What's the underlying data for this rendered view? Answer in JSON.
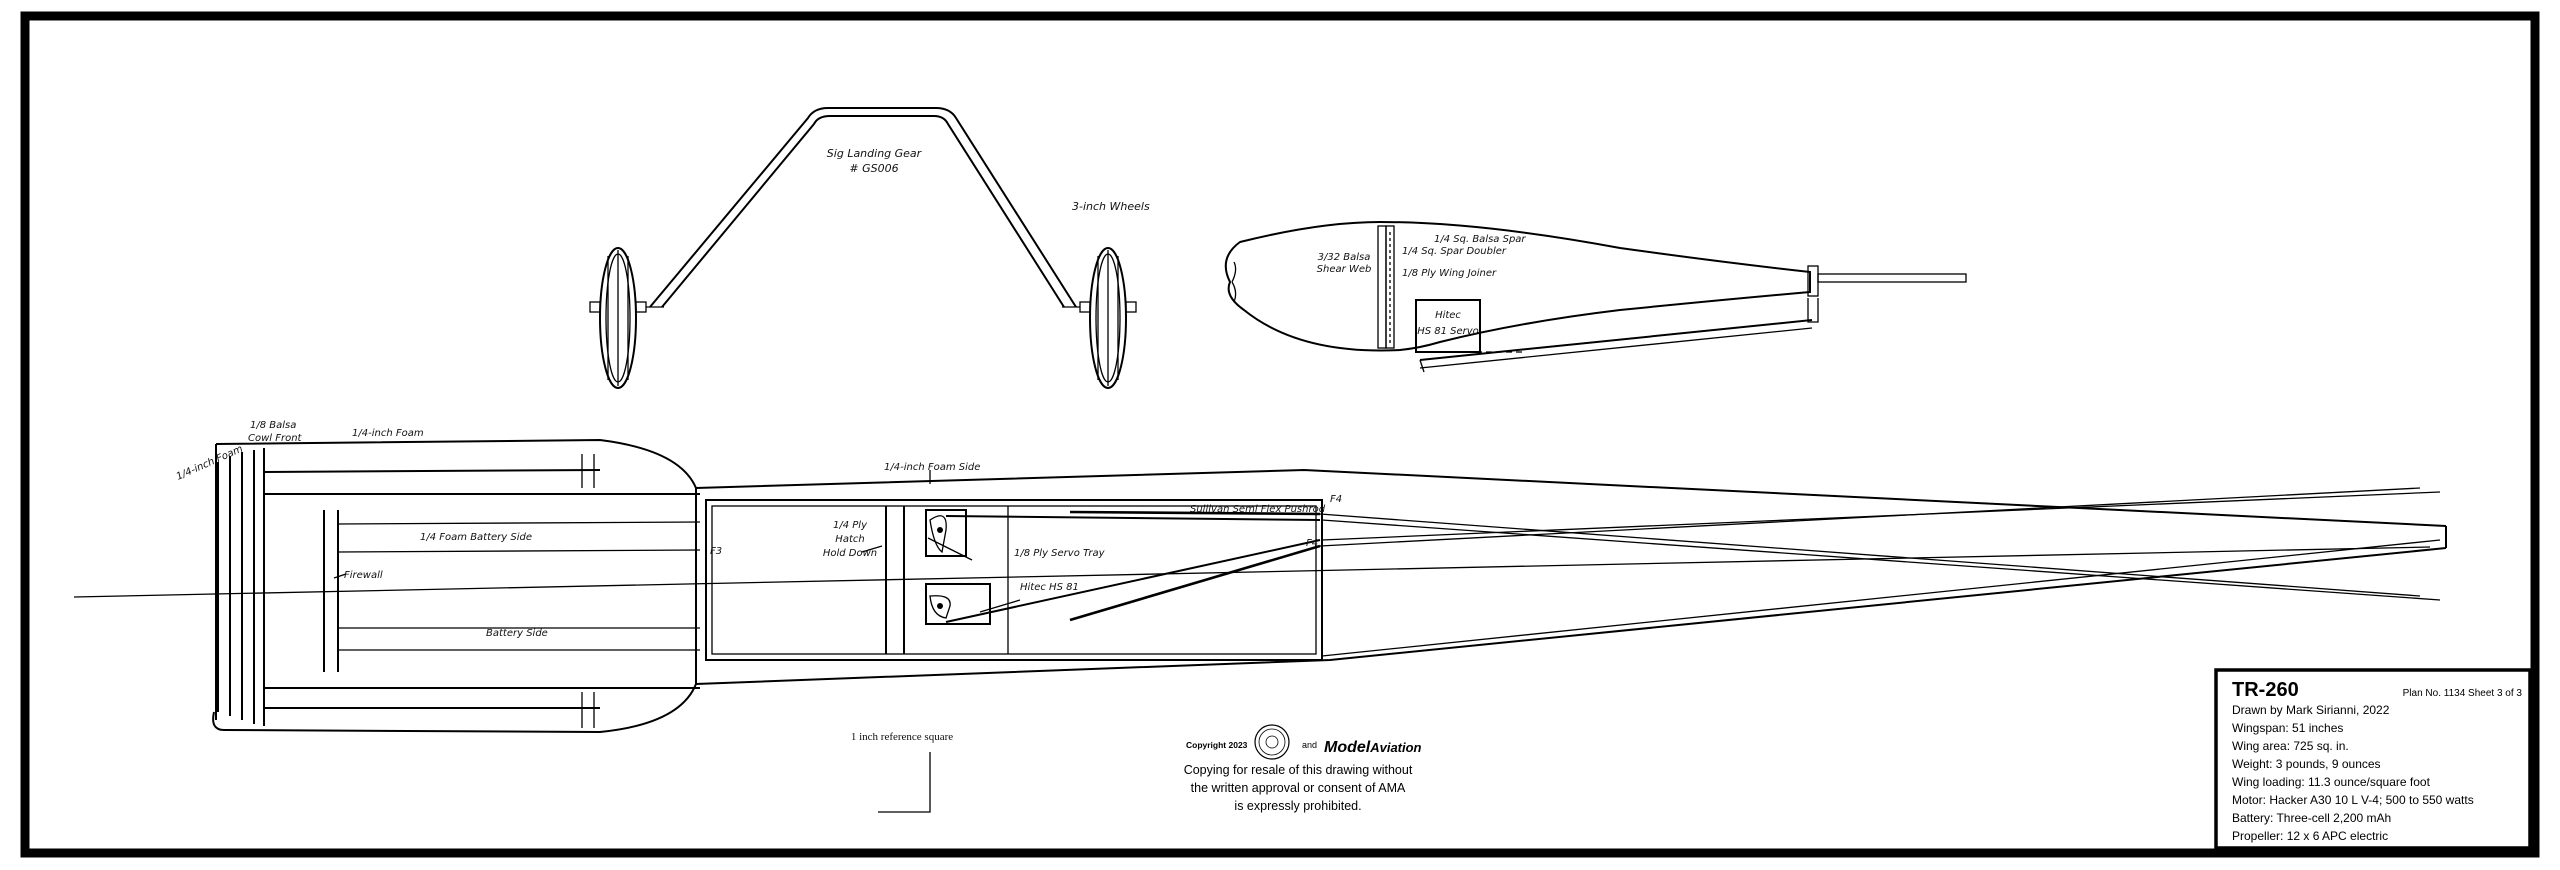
{
  "landing_gear": {
    "gear_label_1": "Sig Landing Gear",
    "gear_label_2": "# GS006",
    "wheels_label": "3-inch Wheels"
  },
  "wing_section": {
    "spar": "1/4 Sq. Balsa Spar",
    "spar_doubler": "1/4 Sq. Spar Doubler",
    "wing_joiner": "1/8 Ply Wing Joiner",
    "shear_web_1": "3/32 Balsa",
    "shear_web_2": "Shear Web",
    "servo_1": "Hitec",
    "servo_2": "HS 81 Servo"
  },
  "fuselage": {
    "foam_cowl": "1/4-inch Foam",
    "cowl_front_1": "1/8 Balsa",
    "cowl_front_2": "Cowl Front",
    "top_foam": "1/4-inch Foam",
    "foam_side": "1/4-inch Foam Side",
    "battery_side_foam": "1/4 Foam Battery Side",
    "firewall": "Firewall",
    "battery_side": "Battery Side",
    "f3": "F3",
    "hatch_1": "1/4 Ply",
    "hatch_2": "Hatch",
    "hatch_3": "Hold Down",
    "servo_tray": "1/8 Ply Servo Tray",
    "servo": "Hitec HS 81",
    "pushrod": "Sullivan Semi Flex Pushrod",
    "f4_top": "F4",
    "f4_bottom": "F4"
  },
  "reference_square": "1 inch reference square",
  "copyright": {
    "label": "Copyright 2023",
    "and": "and",
    "brand_model": "Model",
    "brand_aviation": "Aviation",
    "notice_1": "Copying for resale of this drawing without",
    "notice_2": "the written approval or consent of AMA",
    "notice_3": "is expressly prohibited."
  },
  "title_block": {
    "title": "TR-260",
    "plan_no": "Plan No. 1134  Sheet 3 of 3",
    "drawn_by": "Drawn by Mark Sirianni, 2022",
    "wingspan": "Wingspan: 51 inches",
    "wing_area": "Wing area: 725 sq. in.",
    "weight": "Weight: 3 pounds, 9 ounces",
    "wing_loading": "Wing loading: 11.3 ounce/square foot",
    "motor": "Motor: Hacker A30 10 L V-4; 500 to 550 watts",
    "battery": "Battery: Three-cell 2,200 mAh",
    "propeller": "Propeller: 12 x 6 APC electric"
  }
}
